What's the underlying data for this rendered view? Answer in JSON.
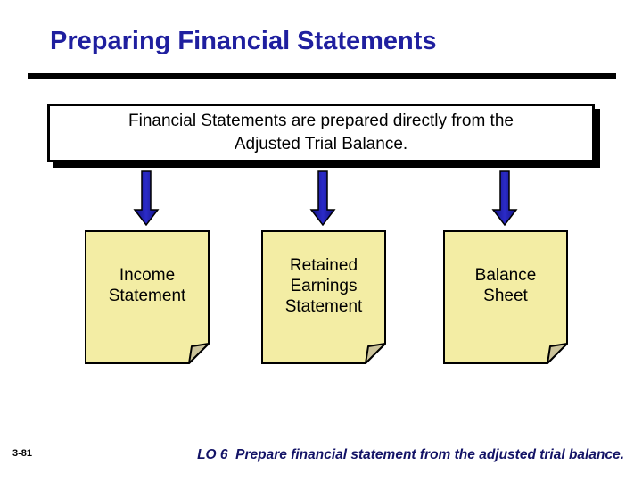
{
  "slide": {
    "title": "Preparing Financial Statements",
    "callout": {
      "text": "Financial Statements are prepared directly from the\nAdjusted Trial Balance."
    },
    "notes": [
      {
        "id": "income-statement",
        "label": "Income\nStatement"
      },
      {
        "id": "retained-earnings-statement",
        "label": "Retained\nEarnings\nStatement"
      },
      {
        "id": "balance-sheet",
        "label": "Balance\nSheet"
      }
    ],
    "page_number": "3-81",
    "learning_objective": "LO 6  Prepare financial statement from the adjusted trial balance.",
    "colors": {
      "title": "#1F1F9F",
      "rule": "#000000",
      "outline": "#000000",
      "arrow_edge": "#10107E",
      "arrow_mid": "#2B2BC8",
      "note_fill": "#F3EDA4",
      "note_fold": "#CBC39A",
      "footer": "#131366"
    }
  }
}
